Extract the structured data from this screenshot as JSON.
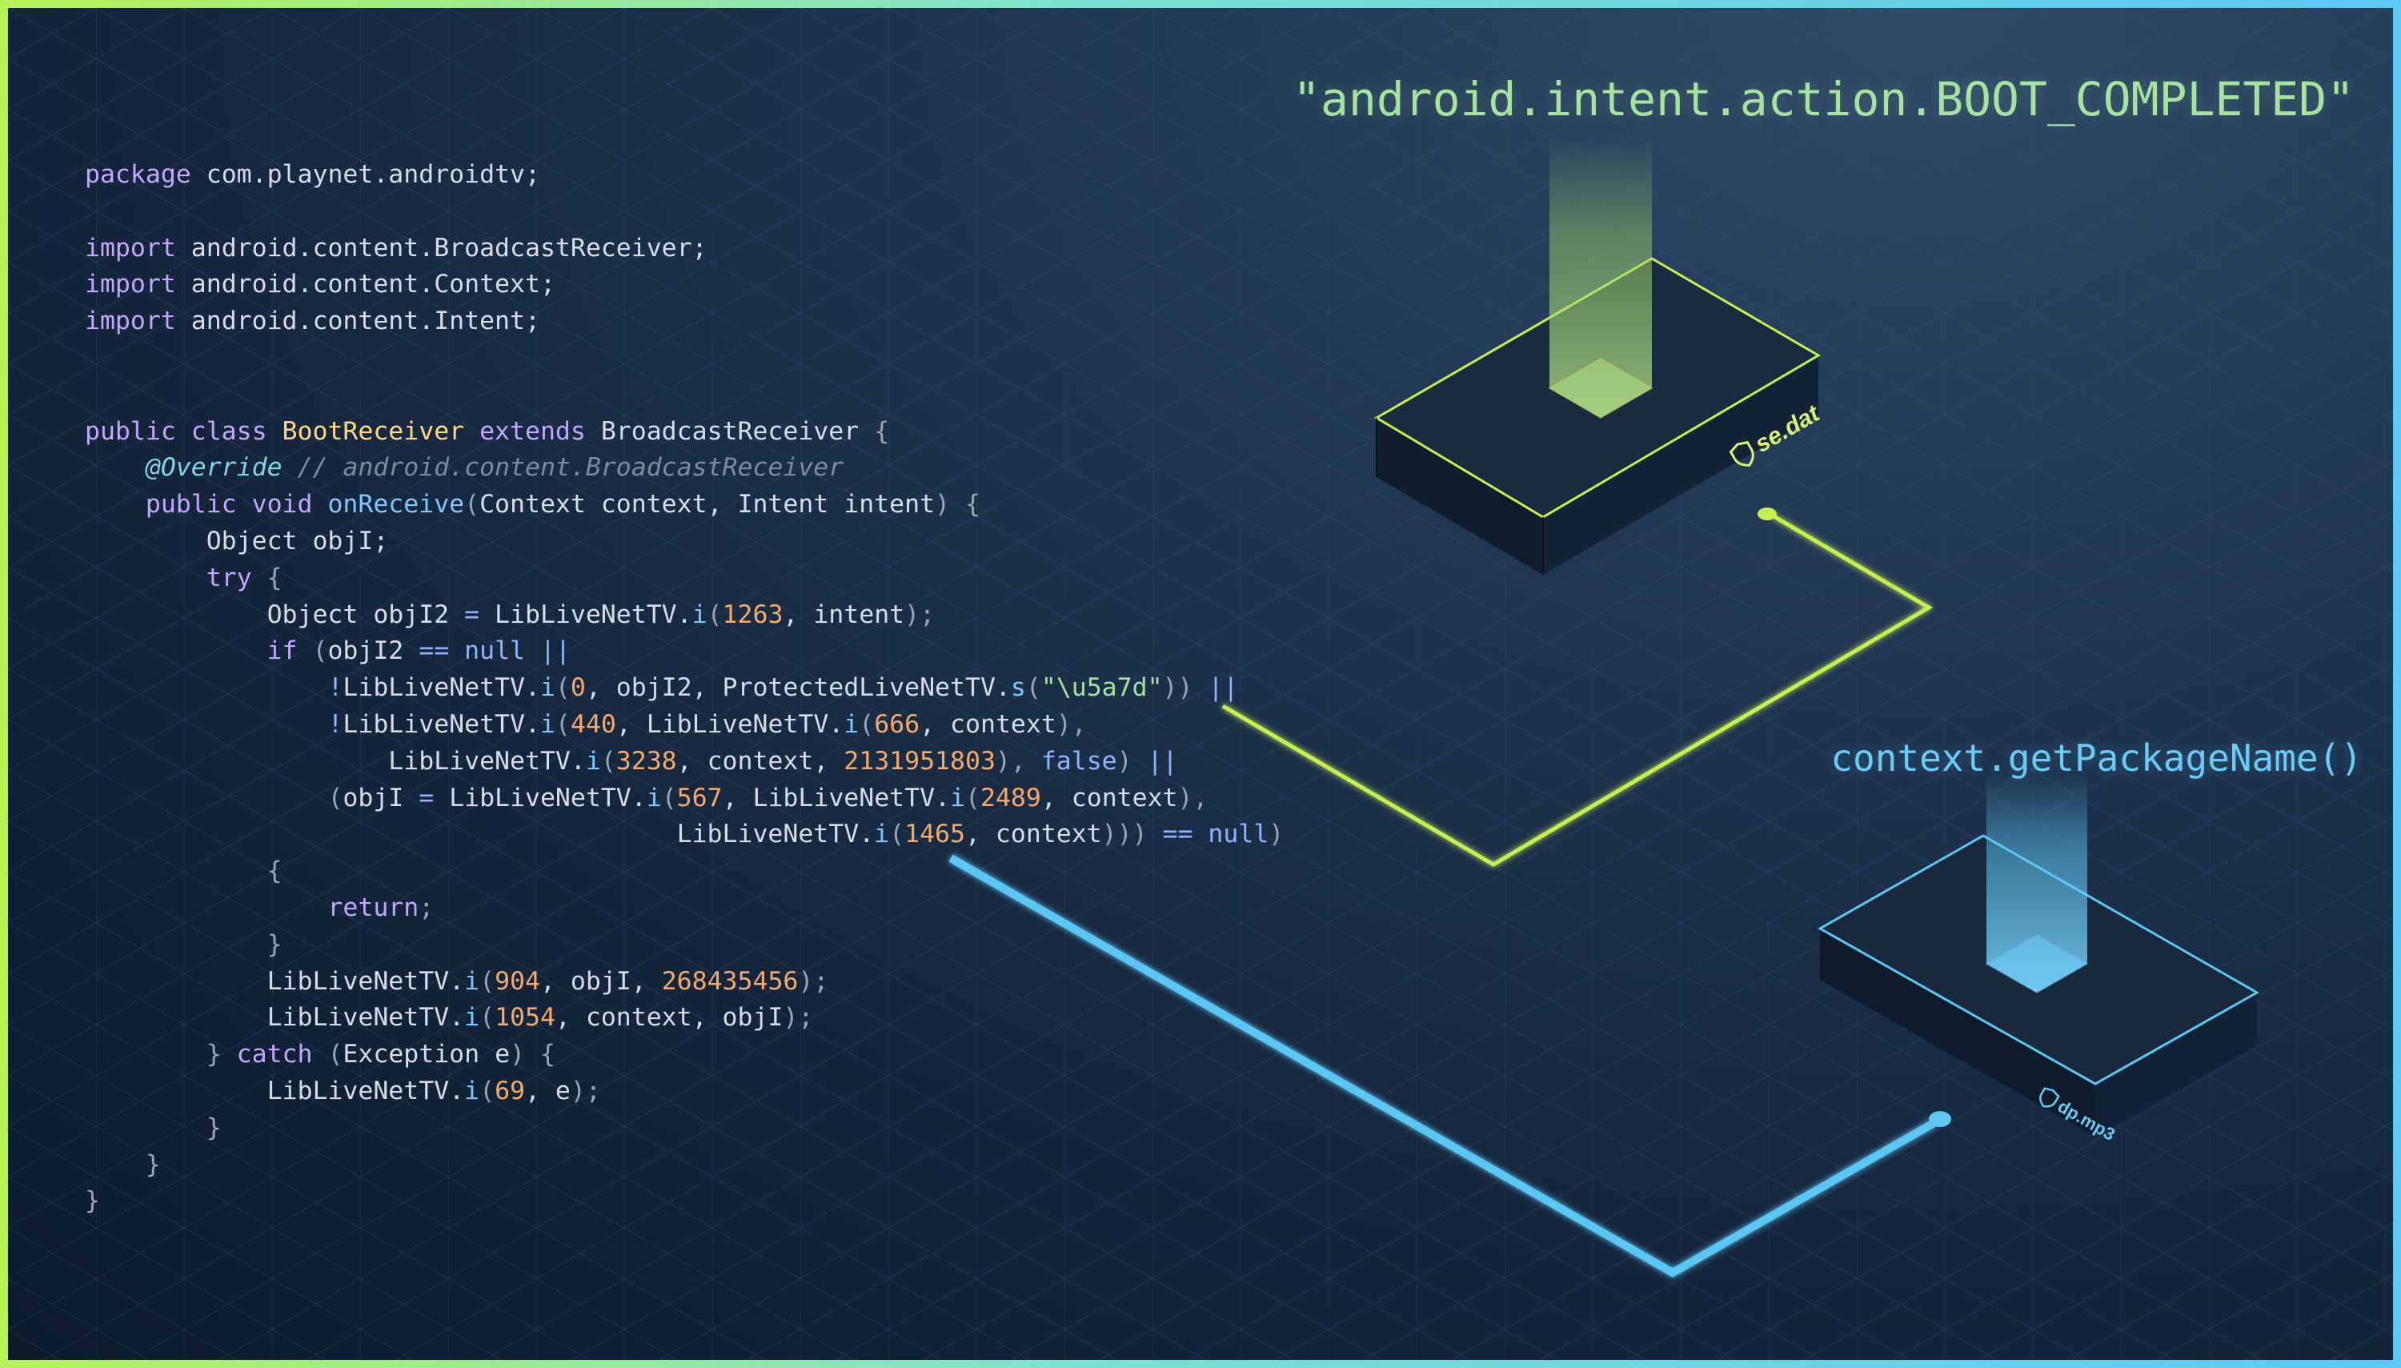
{
  "labels": {
    "boot_completed": "\"android.intent.action.BOOT_COMPLETED\"",
    "package_name": "context.getPackageName()"
  },
  "files": {
    "se_dat": {
      "name": "se.dat",
      "icon": "shield-icon"
    },
    "dp_mp3": {
      "name": "dp.mp3",
      "icon": "shield-icon"
    }
  },
  "colors": {
    "accent_green": "#c8ee55",
    "accent_blue": "#5cc7f4",
    "string_green": "#a6e3a1",
    "background": "#13243a"
  },
  "code": {
    "lines": [
      [
        {
          "t": "package",
          "c": "kw"
        },
        {
          "t": " com.playnet.androidtv;",
          "c": "t1"
        }
      ],
      [],
      [
        {
          "t": "import",
          "c": "kw"
        },
        {
          "t": " android.content.BroadcastReceiver;",
          "c": "t1"
        }
      ],
      [
        {
          "t": "import",
          "c": "kw"
        },
        {
          "t": " android.content.Context;",
          "c": "t1"
        }
      ],
      [
        {
          "t": "import",
          "c": "kw"
        },
        {
          "t": " android.content.Intent;",
          "c": "t1"
        }
      ],
      [],
      [],
      [
        {
          "t": "public class ",
          "c": "kw"
        },
        {
          "t": "BootReceiver",
          "c": "cls"
        },
        {
          "t": " extends ",
          "c": "kw"
        },
        {
          "t": "BroadcastReceiver ",
          "c": "t1"
        },
        {
          "t": "{",
          "c": "pun"
        }
      ],
      [
        {
          "t": "    ",
          "c": "t1"
        },
        {
          "t": "@Override",
          "c": "ann"
        },
        {
          "t": " // android.content.BroadcastReceiver",
          "c": "cmt"
        }
      ],
      [
        {
          "t": "    ",
          "c": "t1"
        },
        {
          "t": "public void ",
          "c": "kw"
        },
        {
          "t": "onReceive",
          "c": "fn"
        },
        {
          "t": "(",
          "c": "pun"
        },
        {
          "t": "Context context, Intent intent",
          "c": "t1"
        },
        {
          "t": ") {",
          "c": "pun"
        }
      ],
      [
        {
          "t": "        Object objI;",
          "c": "t1"
        }
      ],
      [
        {
          "t": "        ",
          "c": "t1"
        },
        {
          "t": "try",
          "c": "kw"
        },
        {
          "t": " {",
          "c": "pun"
        }
      ],
      [
        {
          "t": "            Object objI2 ",
          "c": "t1"
        },
        {
          "t": "=",
          "c": "op"
        },
        {
          "t": " LibLiveNetTV.",
          "c": "t1"
        },
        {
          "t": "i",
          "c": "fn"
        },
        {
          "t": "(",
          "c": "pun"
        },
        {
          "t": "1263",
          "c": "num"
        },
        {
          "t": ", intent",
          "c": "t1"
        },
        {
          "t": ");",
          "c": "pun"
        }
      ],
      [
        {
          "t": "            ",
          "c": "t1"
        },
        {
          "t": "if",
          "c": "kw"
        },
        {
          "t": " (",
          "c": "pun"
        },
        {
          "t": "objI2 ",
          "c": "t1"
        },
        {
          "t": "==",
          "c": "op"
        },
        {
          "t": " ",
          "c": "t1"
        },
        {
          "t": "null",
          "c": "lit"
        },
        {
          "t": " ||",
          "c": "op"
        }
      ],
      [
        {
          "t": "                ",
          "c": "t1"
        },
        {
          "t": "!",
          "c": "op"
        },
        {
          "t": "LibLiveNetTV.",
          "c": "t1"
        },
        {
          "t": "i",
          "c": "fn"
        },
        {
          "t": "(",
          "c": "pun"
        },
        {
          "t": "0",
          "c": "num"
        },
        {
          "t": ", objI2, ProtectedLiveNetTV.",
          "c": "t1"
        },
        {
          "t": "s",
          "c": "fn"
        },
        {
          "t": "(",
          "c": "pun"
        },
        {
          "t": "\"\\u5a7d\"",
          "c": "str"
        },
        {
          "t": ")) ",
          "c": "pun"
        },
        {
          "t": "||",
          "c": "op"
        }
      ],
      [
        {
          "t": "                ",
          "c": "t1"
        },
        {
          "t": "!",
          "c": "op"
        },
        {
          "t": "LibLiveNetTV.",
          "c": "t1"
        },
        {
          "t": "i",
          "c": "fn"
        },
        {
          "t": "(",
          "c": "pun"
        },
        {
          "t": "440",
          "c": "num"
        },
        {
          "t": ", LibLiveNetTV.",
          "c": "t1"
        },
        {
          "t": "i",
          "c": "fn"
        },
        {
          "t": "(",
          "c": "pun"
        },
        {
          "t": "666",
          "c": "num"
        },
        {
          "t": ", context",
          "c": "t1"
        },
        {
          "t": "),",
          "c": "pun"
        }
      ],
      [
        {
          "t": "                    LibLiveNetTV.",
          "c": "t1"
        },
        {
          "t": "i",
          "c": "fn"
        },
        {
          "t": "(",
          "c": "pun"
        },
        {
          "t": "3238",
          "c": "num"
        },
        {
          "t": ", context, ",
          "c": "t1"
        },
        {
          "t": "2131951803",
          "c": "num"
        },
        {
          "t": "), ",
          "c": "pun"
        },
        {
          "t": "false",
          "c": "lit"
        },
        {
          "t": ") ",
          "c": "pun"
        },
        {
          "t": "||",
          "c": "op"
        }
      ],
      [
        {
          "t": "                ",
          "c": "t1"
        },
        {
          "t": "(",
          "c": "pun"
        },
        {
          "t": "objI ",
          "c": "t1"
        },
        {
          "t": "=",
          "c": "op"
        },
        {
          "t": " LibLiveNetTV.",
          "c": "t1"
        },
        {
          "t": "i",
          "c": "fn"
        },
        {
          "t": "(",
          "c": "pun"
        },
        {
          "t": "567",
          "c": "num"
        },
        {
          "t": ", LibLiveNetTV.",
          "c": "t1"
        },
        {
          "t": "i",
          "c": "fn"
        },
        {
          "t": "(",
          "c": "pun"
        },
        {
          "t": "2489",
          "c": "num"
        },
        {
          "t": ", context",
          "c": "t1"
        },
        {
          "t": "),",
          "c": "pun"
        }
      ],
      [
        {
          "t": "                                       LibLiveNetTV.",
          "c": "t1"
        },
        {
          "t": "i",
          "c": "fn"
        },
        {
          "t": "(",
          "c": "pun"
        },
        {
          "t": "1465",
          "c": "num"
        },
        {
          "t": ", context",
          "c": "t1"
        },
        {
          "t": "))) ",
          "c": "pun"
        },
        {
          "t": "==",
          "c": "op"
        },
        {
          "t": " ",
          "c": "t1"
        },
        {
          "t": "null",
          "c": "lit"
        },
        {
          "t": ")",
          "c": "pun"
        }
      ],
      [
        {
          "t": "            ",
          "c": "t1"
        },
        {
          "t": "{",
          "c": "pun"
        }
      ],
      [
        {
          "t": "                ",
          "c": "t1"
        },
        {
          "t": "return",
          "c": "kw"
        },
        {
          "t": ";",
          "c": "pun"
        }
      ],
      [
        {
          "t": "            ",
          "c": "t1"
        },
        {
          "t": "}",
          "c": "pun"
        }
      ],
      [
        {
          "t": "            LibLiveNetTV.",
          "c": "t1"
        },
        {
          "t": "i",
          "c": "fn"
        },
        {
          "t": "(",
          "c": "pun"
        },
        {
          "t": "904",
          "c": "num"
        },
        {
          "t": ", objI, ",
          "c": "t1"
        },
        {
          "t": "268435456",
          "c": "num"
        },
        {
          "t": ");",
          "c": "pun"
        }
      ],
      [
        {
          "t": "            LibLiveNetTV.",
          "c": "t1"
        },
        {
          "t": "i",
          "c": "fn"
        },
        {
          "t": "(",
          "c": "pun"
        },
        {
          "t": "1054",
          "c": "num"
        },
        {
          "t": ", context, objI",
          "c": "t1"
        },
        {
          "t": ");",
          "c": "pun"
        }
      ],
      [
        {
          "t": "        ",
          "c": "t1"
        },
        {
          "t": "} ",
          "c": "pun"
        },
        {
          "t": "catch",
          "c": "kw"
        },
        {
          "t": " (",
          "c": "pun"
        },
        {
          "t": "Exception e",
          "c": "t1"
        },
        {
          "t": ") {",
          "c": "pun"
        }
      ],
      [
        {
          "t": "            LibLiveNetTV.",
          "c": "t1"
        },
        {
          "t": "i",
          "c": "fn"
        },
        {
          "t": "(",
          "c": "pun"
        },
        {
          "t": "69",
          "c": "num"
        },
        {
          "t": ", e",
          "c": "t1"
        },
        {
          "t": ");",
          "c": "pun"
        }
      ],
      [
        {
          "t": "        ",
          "c": "t1"
        },
        {
          "t": "}",
          "c": "pun"
        }
      ],
      [
        {
          "t": "    ",
          "c": "t1"
        },
        {
          "t": "}",
          "c": "pun"
        }
      ],
      [
        {
          "t": "}",
          "c": "pun"
        }
      ]
    ]
  }
}
